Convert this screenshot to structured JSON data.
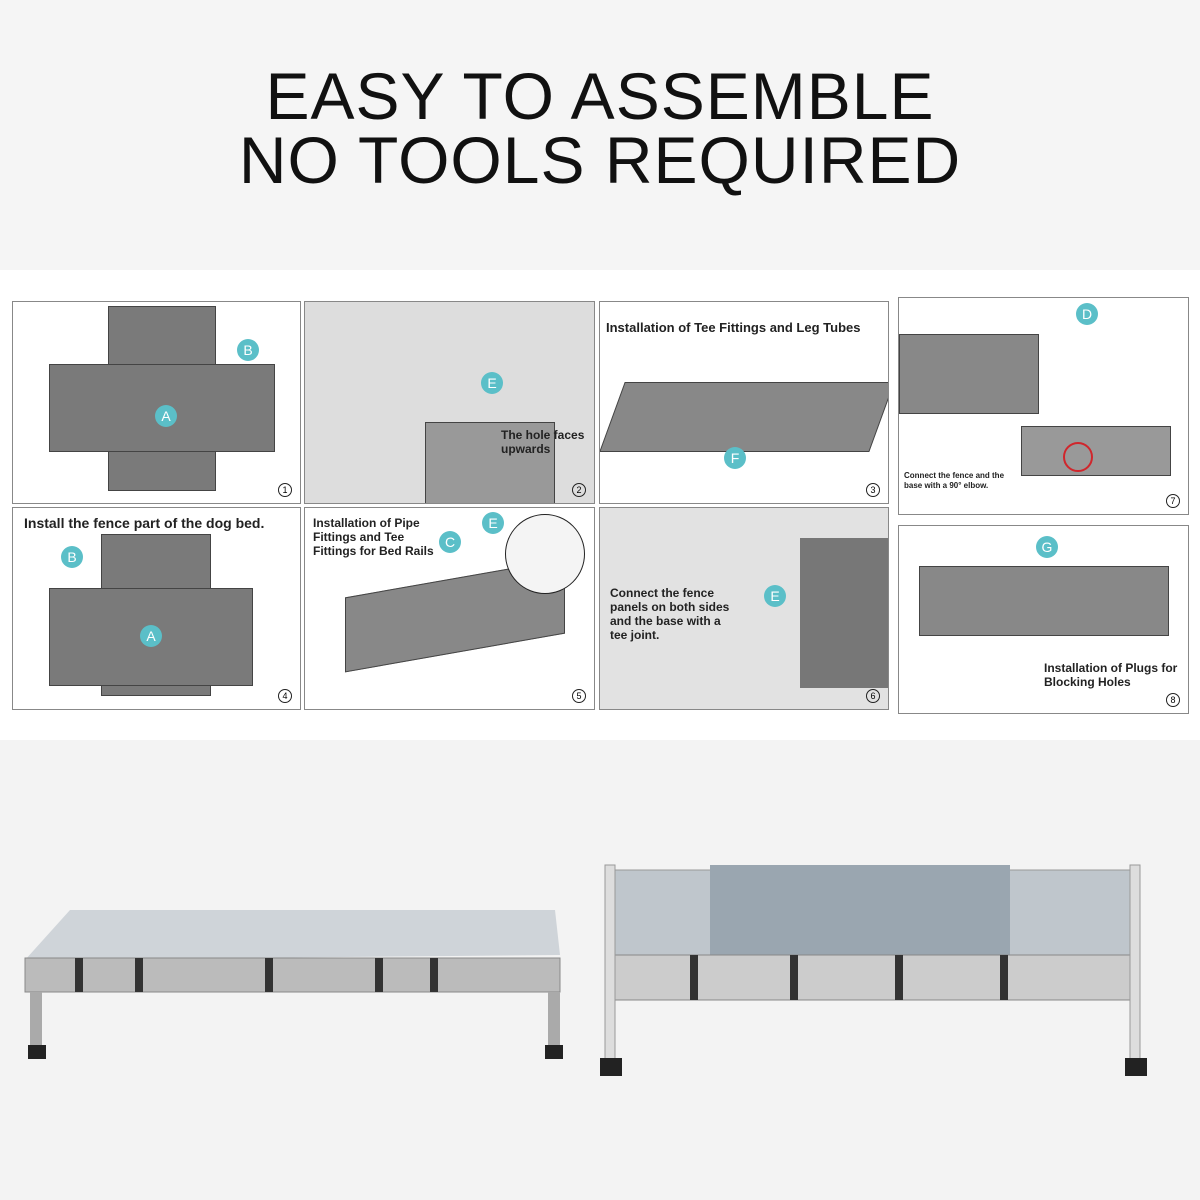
{
  "header": {
    "line1": "EASY TO ASSEMBLE",
    "line2": "NO TOOLS REQUIRED"
  },
  "colors": {
    "badge": "#5bbfc8",
    "arrow": "#d0262c",
    "fabric": "#7a7a7a"
  },
  "panels": [
    {
      "num": "1",
      "labels": [
        "A",
        "B"
      ]
    },
    {
      "num": "2",
      "labels": [
        "E"
      ],
      "caption": "The hole faces upwards"
    },
    {
      "num": "3",
      "labels": [
        "F"
      ],
      "caption": "Installation of Tee Fittings and Leg Tubes"
    },
    {
      "num": "7",
      "labels": [
        "D"
      ],
      "caption": "Connect the fence and the base with a 90° elbow."
    },
    {
      "num": "4",
      "labels": [
        "A",
        "B"
      ],
      "caption": "Install the fence part of the dog bed."
    },
    {
      "num": "5",
      "labels": [
        "C",
        "E"
      ],
      "caption": "Installation of Pipe Fittings and Tee Fittings for Bed Rails"
    },
    {
      "num": "6",
      "labels": [
        "E"
      ],
      "caption": "Connect the fence panels on both sides and the base with a tee joint."
    },
    {
      "num": "8",
      "labels": [
        "G"
      ],
      "caption": "Installation of Plugs for Blocking Holes"
    }
  ]
}
